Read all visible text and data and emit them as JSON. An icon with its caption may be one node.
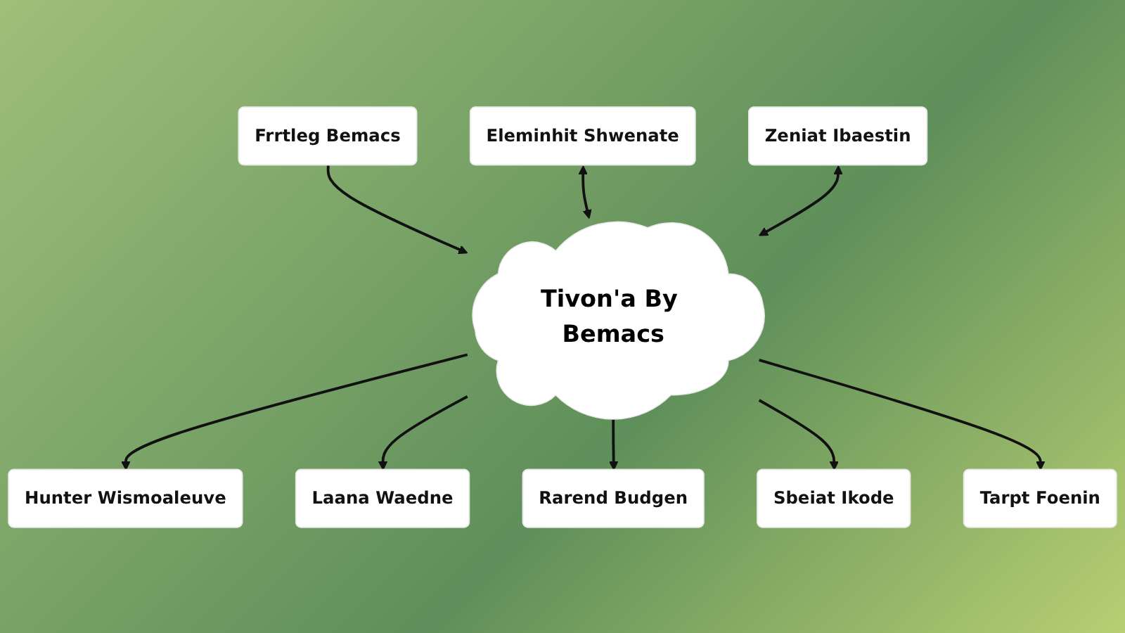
{
  "diagram": {
    "nodes": [
      {
        "text": [
          "Hunter Wismoaleuve"
        ]
      },
      {
        "text": [
          "Frrtleg Bemacs"
        ]
      },
      {
        "text": [
          "Laana Waedne"
        ]
      },
      {
        "text": [
          "Rarend Budgen"
        ]
      },
      {
        "text": [
          "Tivon'a By Bemacs"
        ]
      },
      {
        "text": [
          "Sbeiat Ikode"
        ]
      },
      {
        "text": [
          "Eleminhit Shwenate"
        ]
      },
      {
        "text": [
          "Tarpt Foenin"
        ]
      },
      {
        "text": [
          "Zeniat Ibaestin"
        ]
      }
    ],
    "edges": [
      {
        "from": 1,
        "to": 4,
        "arrow": "to"
      },
      {
        "from": 4,
        "to": 0,
        "arrow": "to"
      },
      {
        "from": 4,
        "to": 2,
        "arrow": "to"
      },
      {
        "from": 4,
        "to": 3,
        "arrow": "to"
      },
      {
        "from": 4,
        "to": 5,
        "arrow": "to"
      },
      {
        "from": 6,
        "to": 4,
        "arrow": "both"
      },
      {
        "from": 4,
        "to": 7,
        "arrow": "to"
      },
      {
        "from": 8,
        "to": 4,
        "arrow": "both"
      }
    ]
  }
}
